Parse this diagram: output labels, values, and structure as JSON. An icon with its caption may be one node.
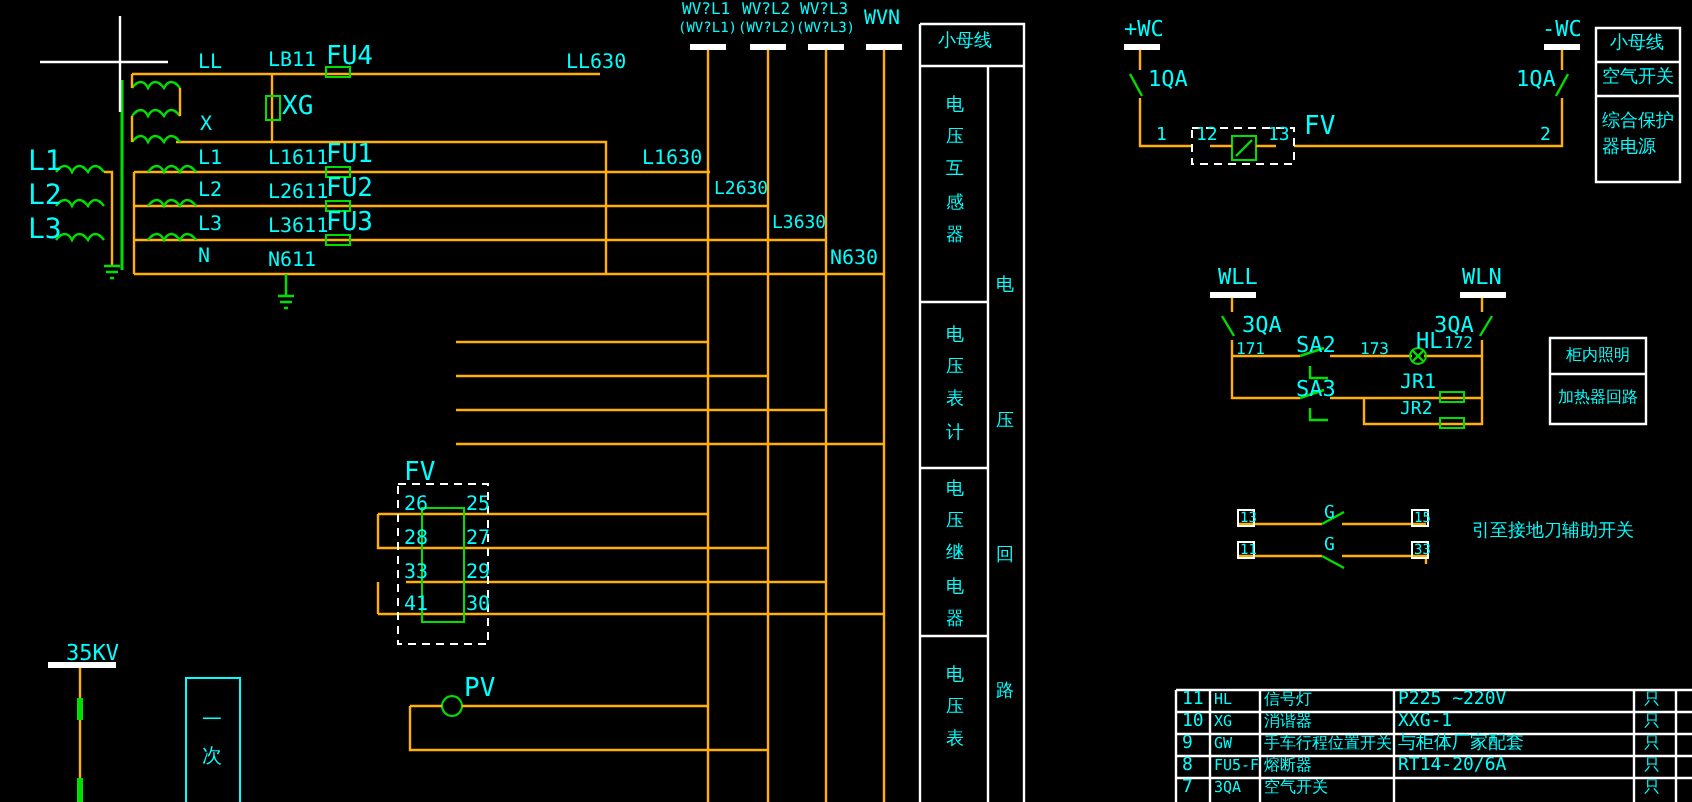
{
  "diagram": {
    "labels": [
      "LL",
      "LB11",
      "FU4",
      "LL630",
      "XG",
      "X",
      "L1",
      "L2",
      "L3",
      "L1",
      "L1611",
      "FU1",
      "L1630",
      "L2",
      "L2611",
      "FU2",
      "L2630",
      "L3",
      "L3611",
      "FU3",
      "L3630",
      "N",
      "N611",
      "N630",
      "WV?L1",
      "WV?L2",
      "WV?L3",
      "WVN",
      "(WV?L1)",
      "(WV?L2)",
      "(WV?L3)",
      "小母线",
      "电压互感器",
      "电压表计",
      "电压继电器",
      "电压表",
      "电压回路",
      "+WC",
      "-WC",
      "1QA",
      "1QA",
      "1",
      "12",
      "13",
      "FV",
      "2",
      "小母线",
      "空气开关",
      "综合保护器电源",
      "WLL",
      "WLN",
      "3QA",
      "3QA",
      "171",
      "SA2",
      "173",
      "HL",
      "172",
      "SA3",
      "JR1",
      "JR2",
      "柜内照明",
      "加热器回路",
      "13",
      "G",
      "15",
      "11",
      "G",
      "33",
      "引至接地刀辅助开关",
      "FV",
      "26",
      "25",
      "28",
      "27",
      "33",
      "29",
      "41",
      "30",
      "PV",
      "35KV",
      "一次",
      "11",
      "HL",
      "信号灯",
      "P225 ~220V",
      "只",
      "10",
      "XG",
      "消谐器",
      "XXG-1",
      "只",
      "9",
      "GW",
      "手车行程位置开关",
      "与柜体厂家配套",
      "只",
      "8",
      "FU5-F",
      "熔断器",
      "RT14-20/6A",
      "只",
      "7",
      "3QA",
      "空气开关",
      "只"
    ]
  }
}
